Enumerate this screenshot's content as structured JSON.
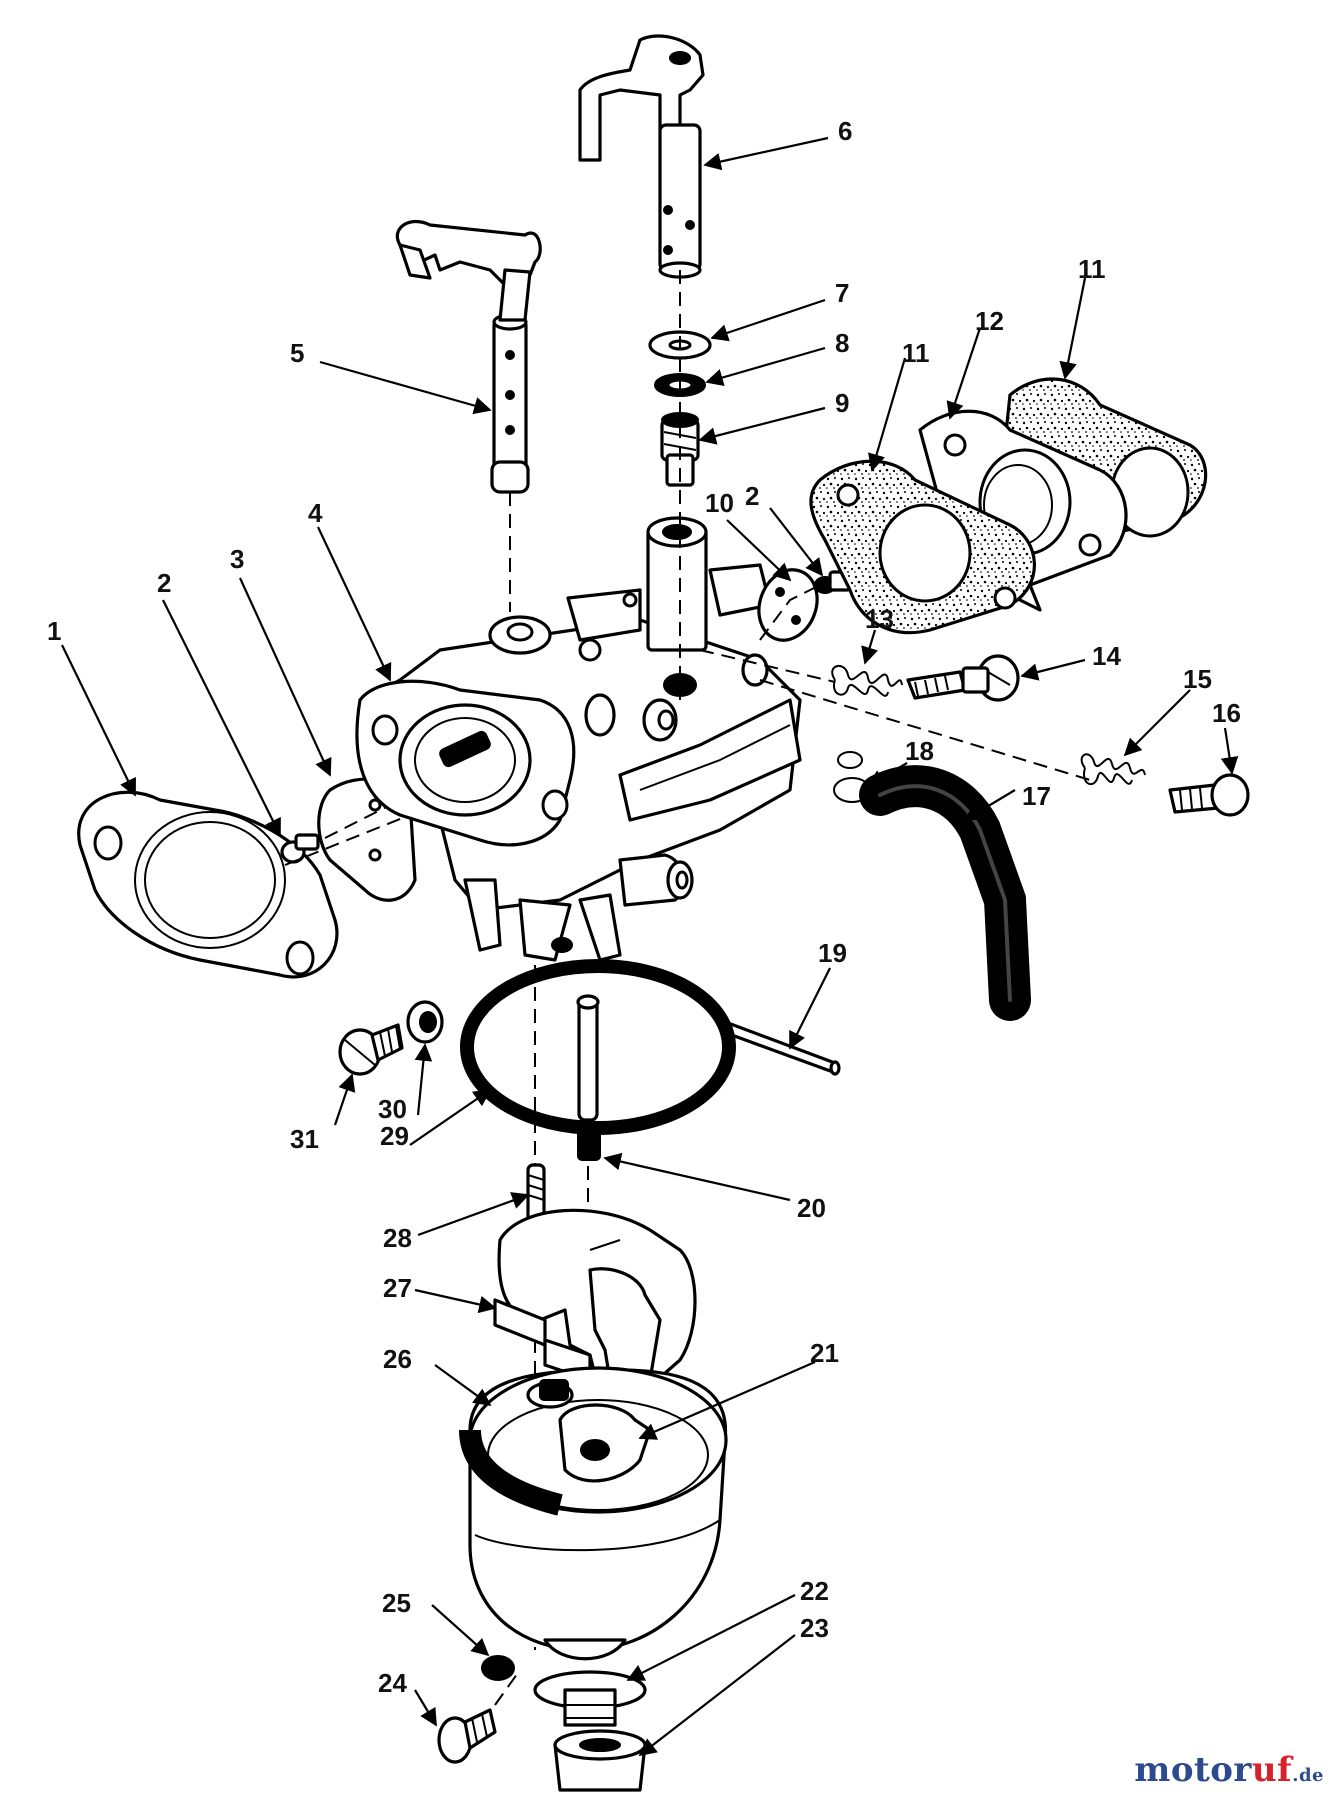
{
  "diagram": {
    "labels": [
      "1",
      "2",
      "3",
      "4",
      "2",
      "5",
      "6",
      "7",
      "8",
      "9",
      "10",
      "11",
      "12",
      "11",
      "13",
      "14",
      "15",
      "16",
      "17",
      "18",
      "19",
      "20",
      "21",
      "22",
      "23",
      "24",
      "25",
      "26",
      "27",
      "28",
      "29",
      "30",
      "31"
    ]
  },
  "watermark": {
    "part1": "motor",
    "part2": "uf",
    "part3": ".de"
  }
}
